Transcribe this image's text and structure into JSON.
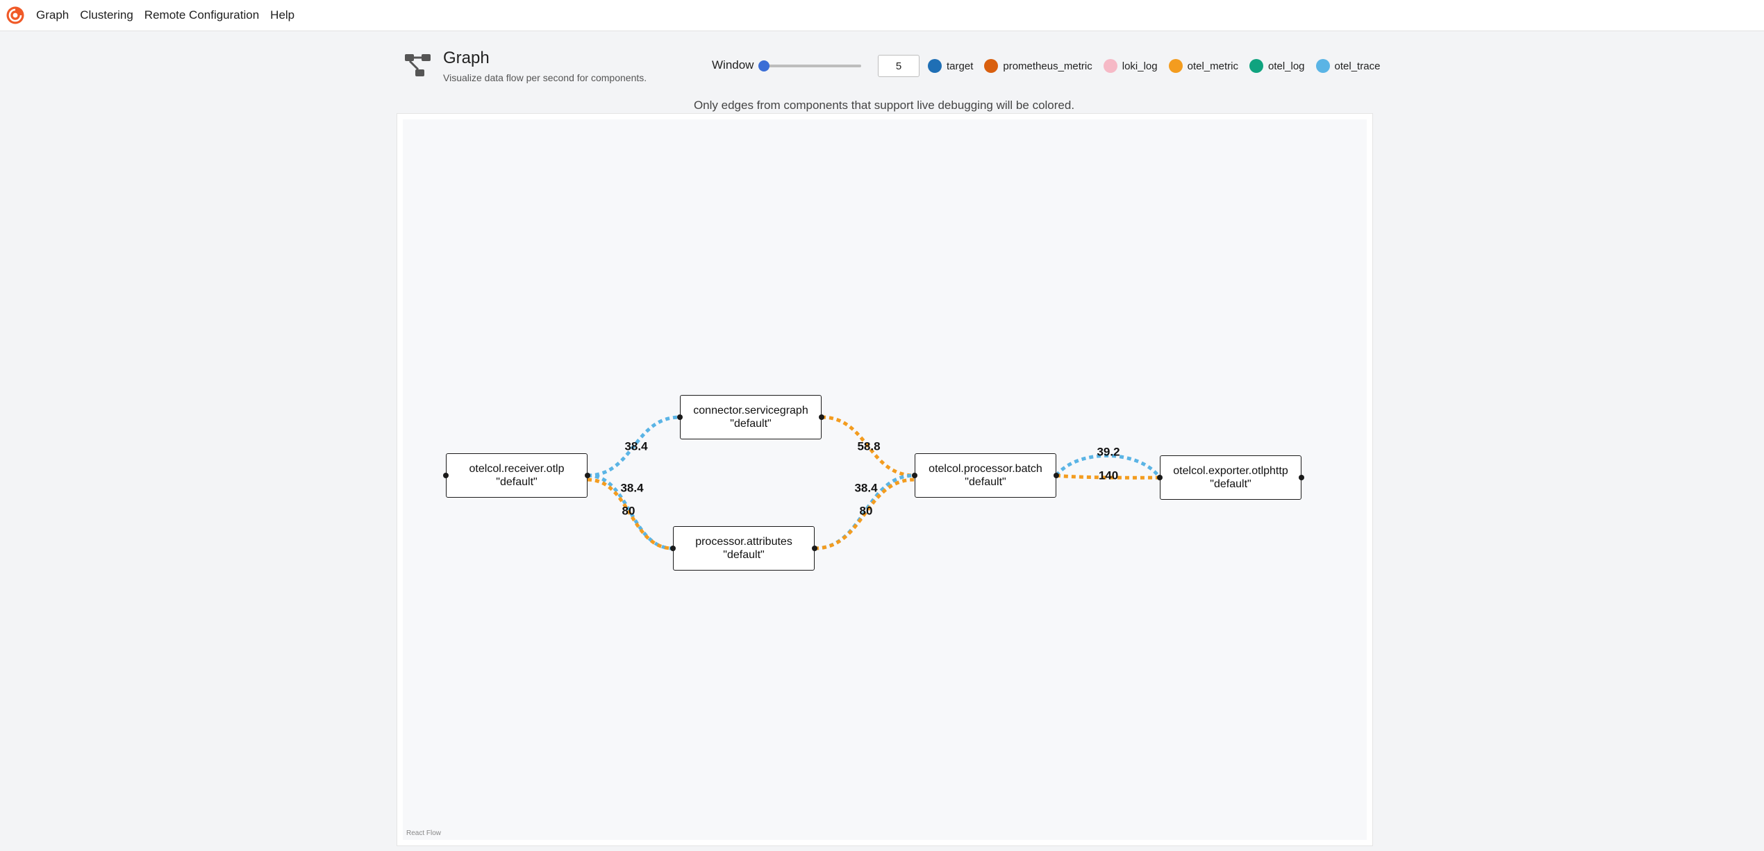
{
  "navbar": {
    "logo_icon": "grafana-alloy-logo-icon",
    "links": [
      "Graph",
      "Clustering",
      "Remote Configuration",
      "Help"
    ]
  },
  "header": {
    "icon": "graph-icon",
    "title": "Graph",
    "subtitle": "Visualize data flow per second for components."
  },
  "window_control": {
    "label": "Window",
    "value": "5"
  },
  "legend": [
    {
      "label": "target",
      "color": "#1f6fb5"
    },
    {
      "label": "prometheus_metric",
      "color": "#d95f0e"
    },
    {
      "label": "loki_log",
      "color": "#f6b9c6"
    },
    {
      "label": "otel_metric",
      "color": "#f39c1f"
    },
    {
      "label": "otel_log",
      "color": "#10a37f"
    },
    {
      "label": "otel_trace",
      "color": "#5ab4e5"
    }
  ],
  "notice": "Only edges from components that support live debugging will be colored.",
  "nodes": [
    {
      "name": "otelcol.receiver.otlp",
      "label": "\"default\""
    },
    {
      "name": "connector.servicegraph",
      "label": "\"default\""
    },
    {
      "name": "processor.attributes",
      "label": "\"default\""
    },
    {
      "name": "otelcol.processor.batch",
      "label": "\"default\""
    },
    {
      "name": "otelcol.exporter.otlphttp",
      "label": "\"default\""
    }
  ],
  "edges": [
    {
      "from": "otelcol.receiver.otlp",
      "to": "connector.servicegraph",
      "type": "otel_trace",
      "rate": "38.4"
    },
    {
      "from": "otelcol.receiver.otlp",
      "to": "processor.attributes",
      "type": "otel_trace",
      "rate": "38.4"
    },
    {
      "from": "otelcol.receiver.otlp",
      "to": "processor.attributes",
      "type": "otel_metric",
      "rate": "80"
    },
    {
      "from": "connector.servicegraph",
      "to": "otelcol.processor.batch",
      "type": "otel_metric",
      "rate": "58.8"
    },
    {
      "from": "processor.attributes",
      "to": "otelcol.processor.batch",
      "type": "otel_trace",
      "rate": "38.4"
    },
    {
      "from": "processor.attributes",
      "to": "otelcol.processor.batch",
      "type": "otel_metric",
      "rate": "80"
    },
    {
      "from": "otelcol.processor.batch",
      "to": "otelcol.exporter.otlphttp",
      "type": "otel_trace",
      "rate": "39.2"
    },
    {
      "from": "otelcol.processor.batch",
      "to": "otelcol.exporter.otlphttp",
      "type": "otel_metric",
      "rate": "140"
    }
  ],
  "attribution": "React Flow"
}
